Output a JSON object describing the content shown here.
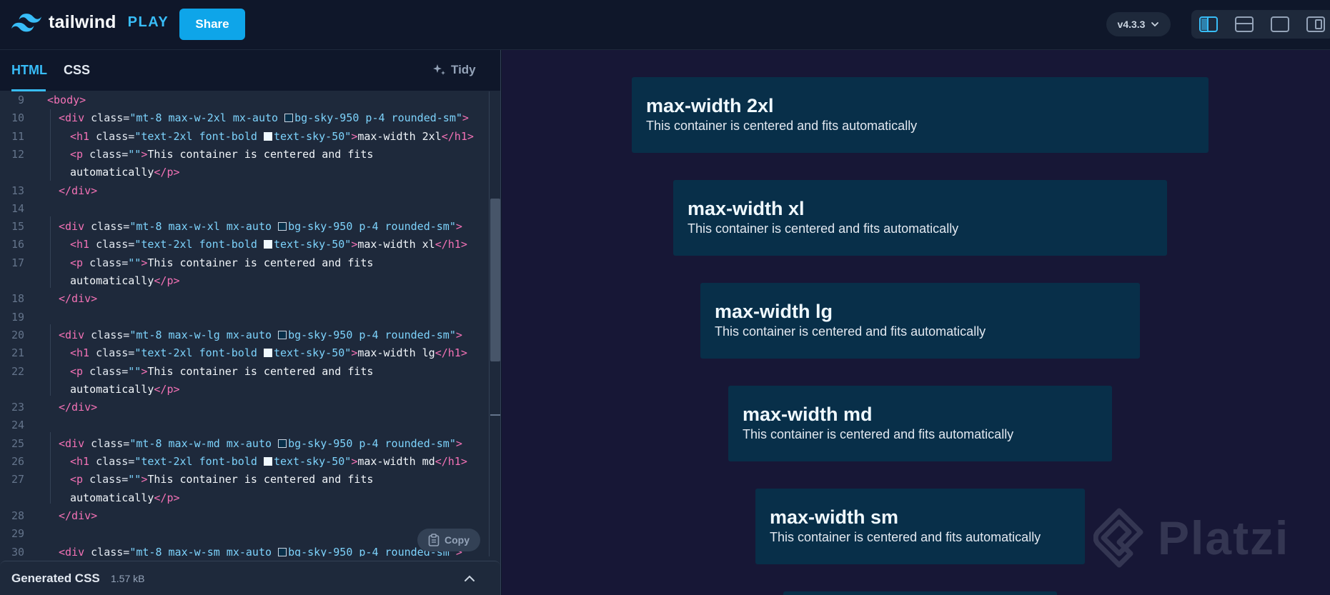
{
  "app": {
    "brand": "tailwind",
    "brand_suffix": "PLAY",
    "share_label": "Share",
    "version": "v4.3.3",
    "layout_buttons": [
      "layout-split-vertical-icon",
      "layout-split-horizontal-icon",
      "layout-preview-icon",
      "layout-responsive-icon"
    ]
  },
  "editor": {
    "tabs": [
      "HTML",
      "CSS"
    ],
    "active_tab": "HTML",
    "tidy_label": "Tidy",
    "copy_label": "Copy",
    "generated_css_label": "Generated CSS",
    "generated_css_size": "1.57 kB"
  },
  "code_lines": [
    {
      "n": "9",
      "parts": [
        {
          "t": "tag",
          "v": "<body>"
        }
      ]
    },
    {
      "n": "10",
      "parts": [
        {
          "t": "tag",
          "v": "<div "
        },
        {
          "t": "attr",
          "v": "class="
        },
        {
          "t": "str",
          "v": "\"mt-8 max-w-2xl mx-auto "
        },
        {
          "t": "swatch",
          "v": "dark"
        },
        {
          "t": "str",
          "v": "bg-sky-950 p-4 rounded-sm\""
        },
        {
          "t": "tag",
          "v": ">"
        }
      ]
    },
    {
      "n": "11",
      "parts": [
        {
          "t": "tag",
          "v": "<h1 "
        },
        {
          "t": "attr",
          "v": "class="
        },
        {
          "t": "str",
          "v": "\"text-2xl font-bold "
        },
        {
          "t": "swatch",
          "v": "light"
        },
        {
          "t": "str",
          "v": "text-sky-50\""
        },
        {
          "t": "tag",
          "v": ">"
        },
        {
          "t": "txt",
          "v": "max-width 2xl"
        },
        {
          "t": "tag",
          "v": "</h1>"
        }
      ]
    },
    {
      "n": "12",
      "parts": [
        {
          "t": "tag",
          "v": "<p "
        },
        {
          "t": "attr",
          "v": "class="
        },
        {
          "t": "str",
          "v": "\"\""
        },
        {
          "t": "tag",
          "v": ">"
        },
        {
          "t": "txt",
          "v": "This container is centered and fits"
        }
      ]
    },
    {
      "n": "",
      "parts": [
        {
          "t": "txt",
          "v": "automatically"
        },
        {
          "t": "tag",
          "v": "</p>"
        }
      ]
    },
    {
      "n": "13",
      "parts": [
        {
          "t": "tag",
          "v": "</div>"
        }
      ]
    },
    {
      "n": "14",
      "parts": []
    },
    {
      "n": "15",
      "parts": [
        {
          "t": "tag",
          "v": "<div "
        },
        {
          "t": "attr",
          "v": "class="
        },
        {
          "t": "str",
          "v": "\"mt-8 max-w-xl mx-auto "
        },
        {
          "t": "swatch",
          "v": "dark"
        },
        {
          "t": "str",
          "v": "bg-sky-950 p-4 rounded-sm\""
        },
        {
          "t": "tag",
          "v": ">"
        }
      ]
    },
    {
      "n": "16",
      "parts": [
        {
          "t": "tag",
          "v": "<h1 "
        },
        {
          "t": "attr",
          "v": "class="
        },
        {
          "t": "str",
          "v": "\"text-2xl font-bold "
        },
        {
          "t": "swatch",
          "v": "light"
        },
        {
          "t": "str",
          "v": "text-sky-50\""
        },
        {
          "t": "tag",
          "v": ">"
        },
        {
          "t": "txt",
          "v": "max-width xl"
        },
        {
          "t": "tag",
          "v": "</h1>"
        }
      ]
    },
    {
      "n": "17",
      "parts": [
        {
          "t": "tag",
          "v": "<p "
        },
        {
          "t": "attr",
          "v": "class="
        },
        {
          "t": "str",
          "v": "\"\""
        },
        {
          "t": "tag",
          "v": ">"
        },
        {
          "t": "txt",
          "v": "This container is centered and fits"
        }
      ]
    },
    {
      "n": "",
      "parts": [
        {
          "t": "txt",
          "v": "automatically"
        },
        {
          "t": "tag",
          "v": "</p>"
        }
      ]
    },
    {
      "n": "18",
      "parts": [
        {
          "t": "tag",
          "v": "</div>"
        }
      ]
    },
    {
      "n": "19",
      "parts": []
    },
    {
      "n": "20",
      "parts": [
        {
          "t": "tag",
          "v": "<div "
        },
        {
          "t": "attr",
          "v": "class="
        },
        {
          "t": "str",
          "v": "\"mt-8 max-w-lg mx-auto "
        },
        {
          "t": "swatch",
          "v": "dark"
        },
        {
          "t": "str",
          "v": "bg-sky-950 p-4 rounded-sm\""
        },
        {
          "t": "tag",
          "v": ">"
        }
      ]
    },
    {
      "n": "21",
      "parts": [
        {
          "t": "tag",
          "v": "<h1 "
        },
        {
          "t": "attr",
          "v": "class="
        },
        {
          "t": "str",
          "v": "\"text-2xl font-bold "
        },
        {
          "t": "swatch",
          "v": "light"
        },
        {
          "t": "str",
          "v": "text-sky-50\""
        },
        {
          "t": "tag",
          "v": ">"
        },
        {
          "t": "txt",
          "v": "max-width lg"
        },
        {
          "t": "tag",
          "v": "</h1>"
        }
      ]
    },
    {
      "n": "22",
      "parts": [
        {
          "t": "tag",
          "v": "<p "
        },
        {
          "t": "attr",
          "v": "class="
        },
        {
          "t": "str",
          "v": "\"\""
        },
        {
          "t": "tag",
          "v": ">"
        },
        {
          "t": "txt",
          "v": "This container is centered and fits"
        }
      ]
    },
    {
      "n": "",
      "parts": [
        {
          "t": "txt",
          "v": "automatically"
        },
        {
          "t": "tag",
          "v": "</p>"
        }
      ]
    },
    {
      "n": "23",
      "parts": [
        {
          "t": "tag",
          "v": "</div>"
        }
      ]
    },
    {
      "n": "24",
      "parts": []
    },
    {
      "n": "25",
      "parts": [
        {
          "t": "tag",
          "v": "<div "
        },
        {
          "t": "attr",
          "v": "class="
        },
        {
          "t": "str",
          "v": "\"mt-8 max-w-md mx-auto "
        },
        {
          "t": "swatch",
          "v": "dark"
        },
        {
          "t": "str",
          "v": "bg-sky-950 p-4 rounded-sm\""
        },
        {
          "t": "tag",
          "v": ">"
        }
      ]
    },
    {
      "n": "26",
      "parts": [
        {
          "t": "tag",
          "v": "<h1 "
        },
        {
          "t": "attr",
          "v": "class="
        },
        {
          "t": "str",
          "v": "\"text-2xl font-bold "
        },
        {
          "t": "swatch",
          "v": "light"
        },
        {
          "t": "str",
          "v": "text-sky-50\""
        },
        {
          "t": "tag",
          "v": ">"
        },
        {
          "t": "txt",
          "v": "max-width md"
        },
        {
          "t": "tag",
          "v": "</h1>"
        }
      ]
    },
    {
      "n": "27",
      "parts": [
        {
          "t": "tag",
          "v": "<p "
        },
        {
          "t": "attr",
          "v": "class="
        },
        {
          "t": "str",
          "v": "\"\""
        },
        {
          "t": "tag",
          "v": ">"
        },
        {
          "t": "txt",
          "v": "This container is centered and fits"
        }
      ]
    },
    {
      "n": "",
      "parts": [
        {
          "t": "txt",
          "v": "automatically"
        },
        {
          "t": "tag",
          "v": "</p>"
        }
      ]
    },
    {
      "n": "28",
      "parts": [
        {
          "t": "tag",
          "v": "</div>"
        }
      ]
    },
    {
      "n": "29",
      "parts": []
    },
    {
      "n": "30",
      "parts": [
        {
          "t": "tag",
          "v": "<div "
        },
        {
          "t": "attr",
          "v": "class="
        },
        {
          "t": "str",
          "v": "\"mt-8 max-w-sm mx-auto "
        },
        {
          "t": "swatch",
          "v": "dark"
        },
        {
          "t": "str",
          "v": "bg-sky-950 p-4 rounded-sm\""
        },
        {
          "t": "tag",
          "v": ">"
        }
      ]
    }
  ],
  "preview": {
    "cards": [
      {
        "title": "max-width 2xl",
        "text": "This container is centered and fits automatically"
      },
      {
        "title": "max-width xl",
        "text": "This container is centered and fits automatically"
      },
      {
        "title": "max-width lg",
        "text": "This container is centered and fits automatically"
      },
      {
        "title": "max-width md",
        "text": "This container is centered and fits automatically"
      },
      {
        "title": "max-width sm",
        "text": "This container is centered and fits automatically"
      }
    ],
    "watermark": "Platzi"
  },
  "colors": {
    "accent": "#38bdf8",
    "share": "#0ea5e9",
    "card_bg": "#082f49",
    "preview_bg": "#171736",
    "editor_bg": "#1e293b",
    "topbar_bg": "#0f172a"
  }
}
